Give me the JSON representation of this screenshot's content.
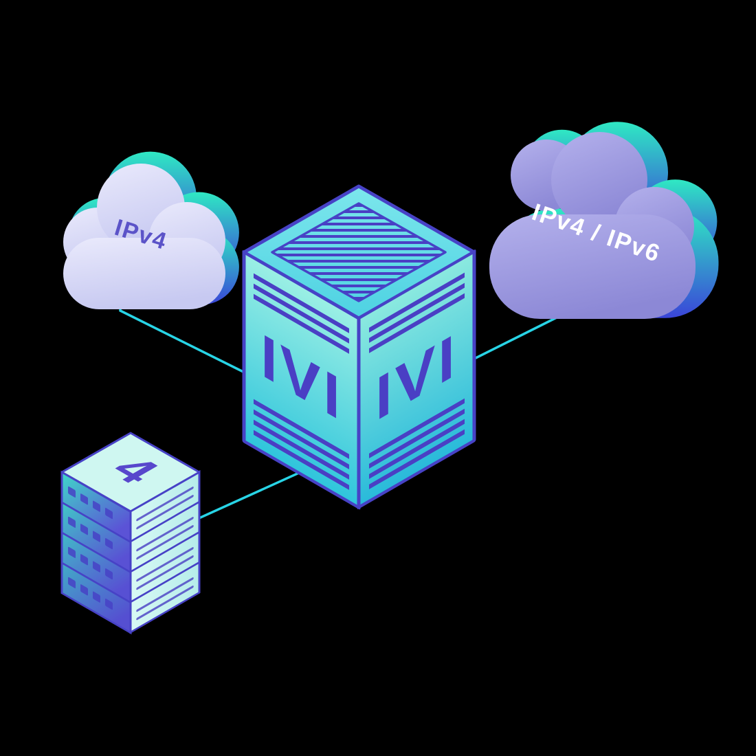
{
  "scene": {
    "background": "#000000"
  },
  "colors": {
    "connector": "#28d4e6",
    "outline_indigo": "#4742c6",
    "stripe_purple": "#4a3fc4",
    "accent_teal": "#2fe9c3",
    "accent_blue": "#3a45d8",
    "cloud_left_top": "#eaeafc",
    "cloud_left_bottom": "#c7c9f1",
    "cloud_left_label": "#5b53c8",
    "cloud_right_top": "#b4b1ec",
    "cloud_right_bottom": "#8c88d6",
    "cloud_right_label": "#ffffff",
    "face_left_top": "#9befe4",
    "face_left_bottom": "#2fc5dc",
    "face_right_top": "#8be9df",
    "face_right_bottom": "#29bada",
    "face_top_light": "#7ce6ec",
    "face_top_dark": "#4ed2e2",
    "server_left_teal": "#3fd9c8",
    "server_left_indigo": "#5b53d6",
    "server_right_light": "#d8f9f4",
    "server_right_dark": "#b5ecea",
    "server_top_mint": "#cff7f1",
    "server_label": "#5847cc"
  },
  "left_cloud": {
    "label": "IPv4"
  },
  "right_cloud": {
    "label": "IPv4 / IPv6"
  },
  "translator_box": {
    "left_face_label": "IVI",
    "right_face_label": "IVI"
  },
  "server_stack": {
    "label": "4",
    "unit_count": 4
  }
}
